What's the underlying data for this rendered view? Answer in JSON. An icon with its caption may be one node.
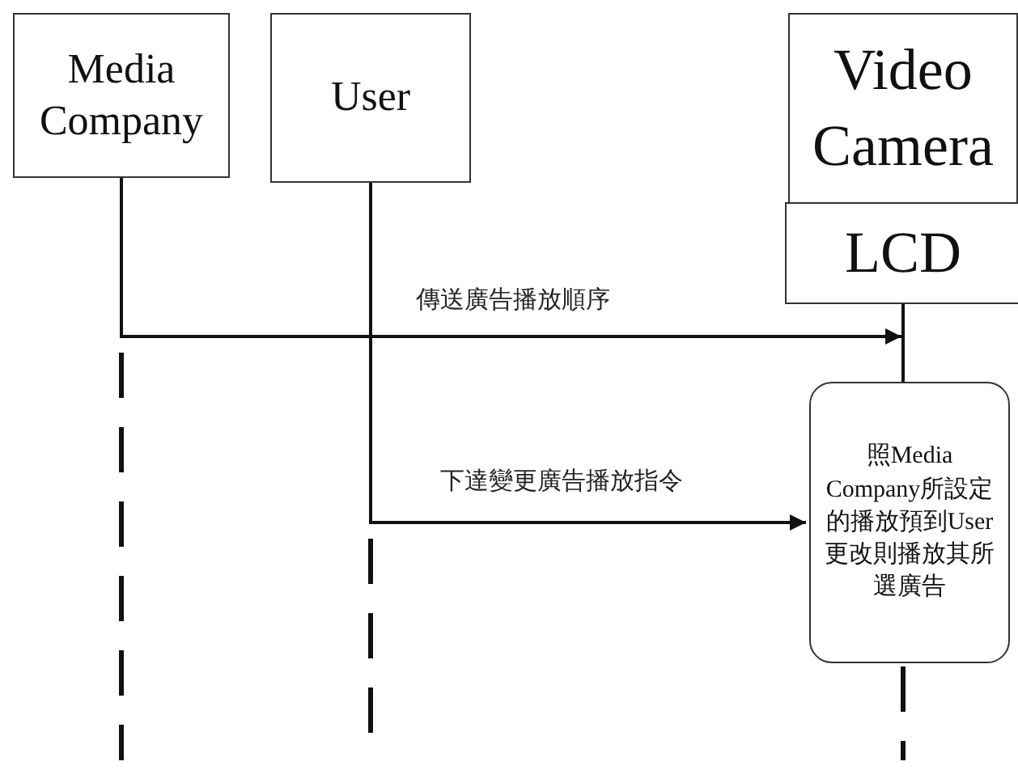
{
  "diagram": {
    "nodes": [
      {
        "text": [
          "Media Company"
        ]
      },
      {
        "text": [
          "User"
        ]
      },
      {
        "text": [
          "Video Camera"
        ]
      },
      {
        "text": [
          "LCD"
        ]
      },
      {
        "text": [
          "照Media Company所設定的播放預到User更改則播放其所選廣告"
        ]
      }
    ],
    "edges": [
      {
        "from": 0,
        "to": 3,
        "arrow": "to",
        "label": "傳送廣告播放順序"
      },
      {
        "from": 1,
        "to": 4,
        "arrow": "to",
        "label": "下達變更廣告播放指令"
      },
      {
        "from": 3,
        "to": 4,
        "arrow": "none"
      }
    ]
  }
}
